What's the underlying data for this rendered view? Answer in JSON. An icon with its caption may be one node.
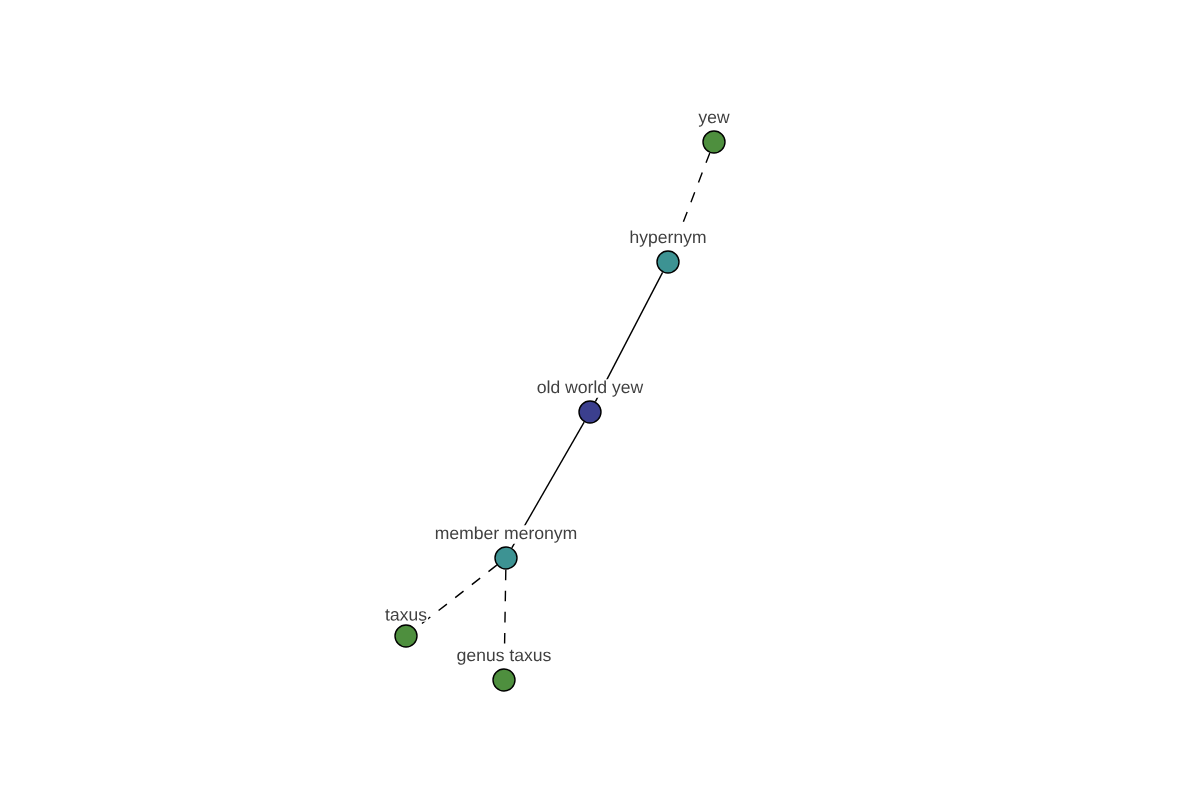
{
  "diagram": {
    "nodes": [
      {
        "text": [
          "yew"
        ]
      },
      {
        "text": [
          "hypernym"
        ]
      },
      {
        "text": [
          "old world yew"
        ]
      },
      {
        "text": [
          "member meronym"
        ]
      },
      {
        "text": [
          "taxus"
        ]
      },
      {
        "text": [
          "genus taxus"
        ]
      }
    ],
    "edges": [
      {
        "from": 0,
        "to": 1,
        "arrow": "none",
        "style": "dashed"
      },
      {
        "from": 1,
        "to": 2,
        "arrow": "none"
      },
      {
        "from": 2,
        "to": 3,
        "arrow": "none"
      },
      {
        "from": 3,
        "to": 4,
        "arrow": "none",
        "style": "dashed"
      },
      {
        "from": 3,
        "to": 5,
        "arrow": "none",
        "style": "dashed"
      }
    ]
  }
}
